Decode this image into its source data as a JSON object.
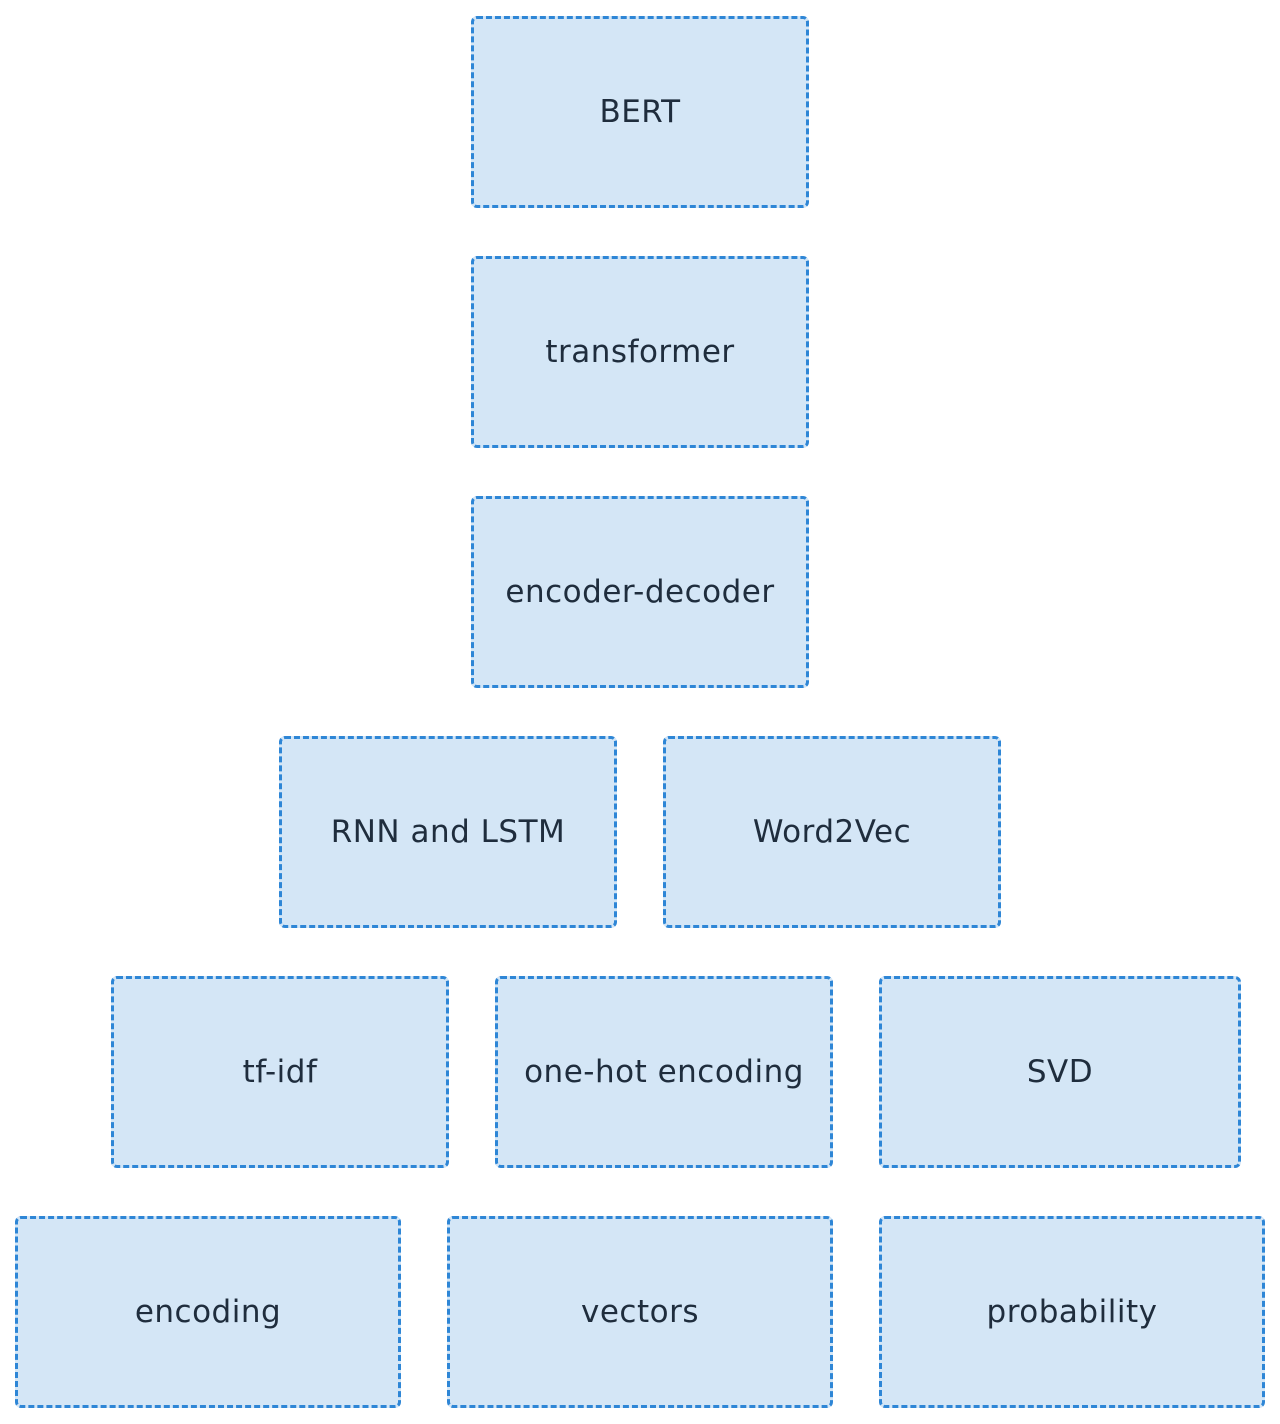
{
  "nodes": {
    "bert": "BERT",
    "transformer": "transformer",
    "encoder_decoder": "encoder-decoder",
    "rnn_lstm": "RNN and LSTM",
    "word2vec": "Word2Vec",
    "tf_idf": "tf-idf",
    "one_hot": "one-hot encoding",
    "svd": "SVD",
    "encoding": "encoding",
    "vectors": "vectors",
    "probability": "probability"
  },
  "colors": {
    "box_fill": "#d4e6f6",
    "box_border": "#2e86d6",
    "text": "#1f2d3d"
  }
}
